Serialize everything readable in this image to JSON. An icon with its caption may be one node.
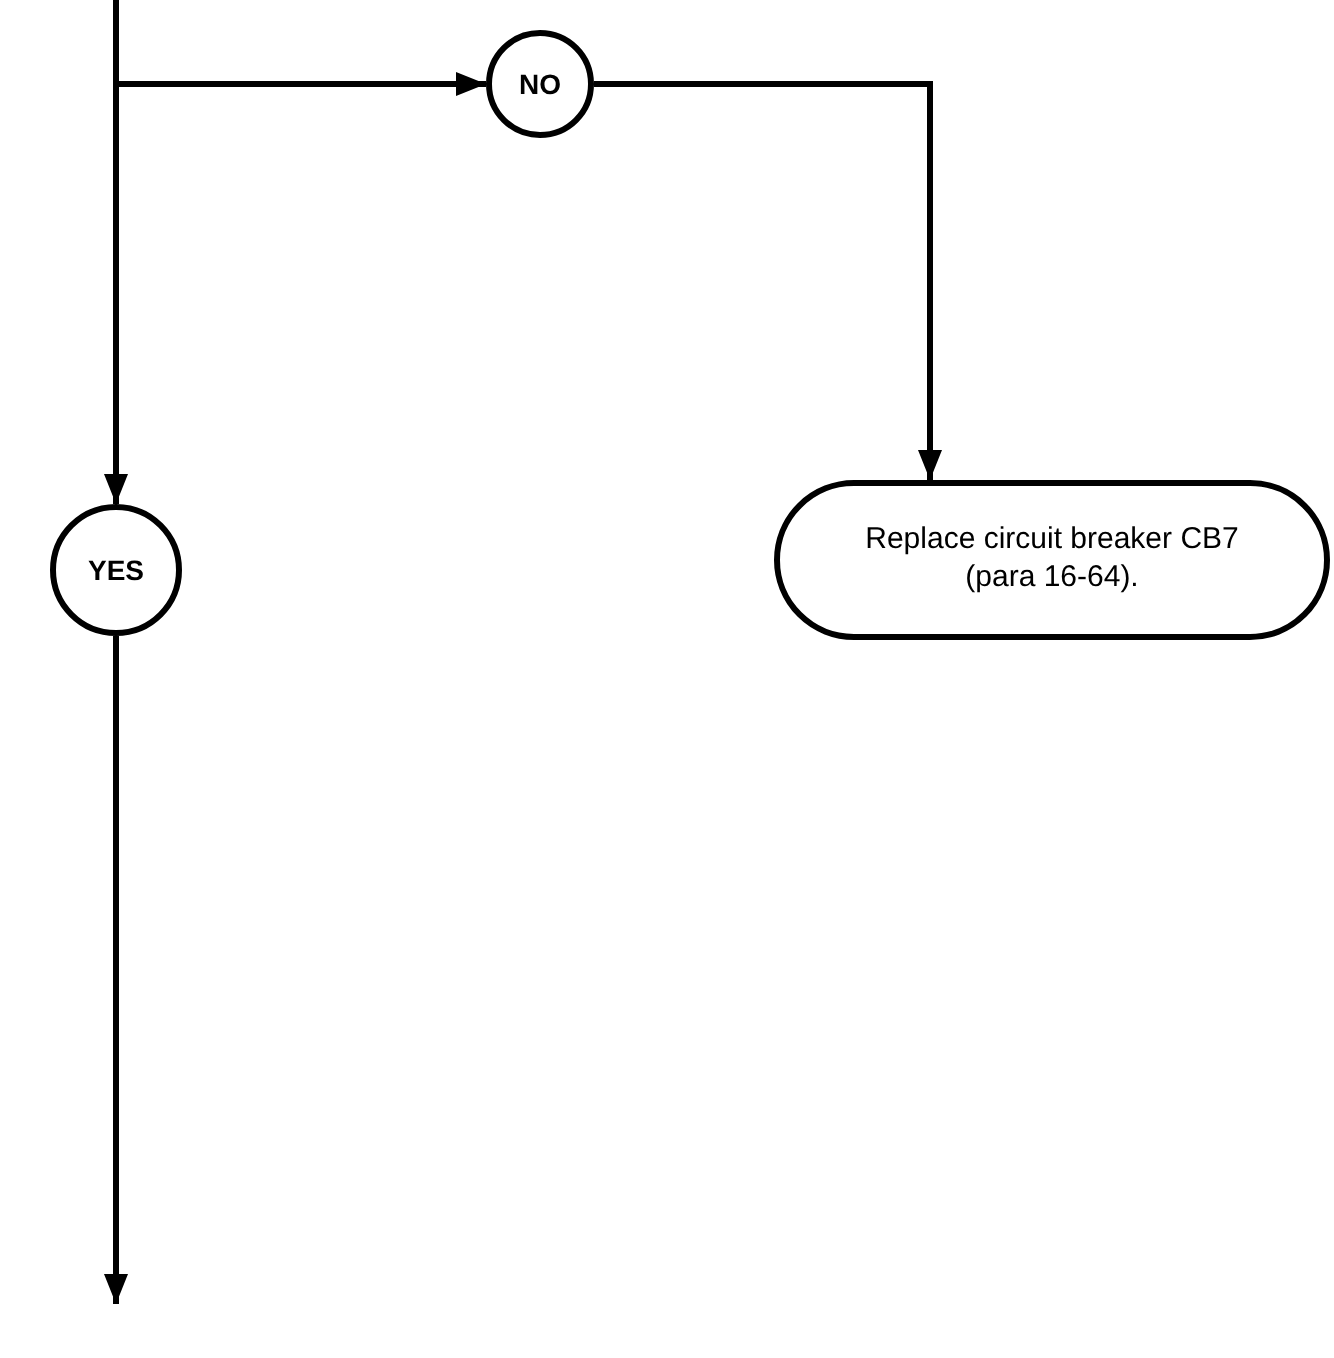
{
  "diagram": {
    "nodes": [
      {
        "text": [
          "YES"
        ]
      },
      {
        "text": [
          "NO"
        ]
      },
      {
        "text": [
          "Replace circuit breaker CB7 (para 16-64)."
        ]
      }
    ],
    "edges": [
      {
        "from": null,
        "to": 1,
        "arrow": "to"
      },
      {
        "from": null,
        "to": 0,
        "arrow": "to"
      },
      {
        "from": 1,
        "to": 2,
        "arrow": "to"
      },
      {
        "from": 0,
        "to": null,
        "arrow": "to"
      }
    ]
  }
}
